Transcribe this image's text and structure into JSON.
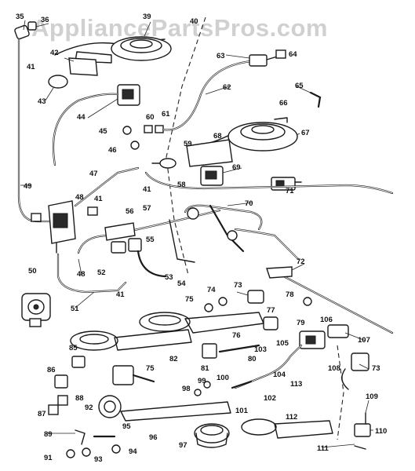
{
  "watermark": "AppliancePartsPros.com",
  "callouts": [
    "35",
    "36",
    "39",
    "40",
    "42",
    "41",
    "43",
    "44",
    "45",
    "46",
    "60",
    "61",
    "62",
    "63",
    "64",
    "65",
    "66",
    "67",
    "68",
    "59",
    "58",
    "69",
    "47",
    "41",
    "49",
    "48",
    "41",
    "57",
    "71",
    "70",
    "72",
    "56",
    "55",
    "52",
    "50",
    "48",
    "53",
    "54",
    "51",
    "41",
    "73",
    "75",
    "74",
    "78",
    "77",
    "76",
    "79",
    "106",
    "107",
    "105",
    "80",
    "82",
    "81",
    "103",
    "104",
    "85",
    "86",
    "75",
    "108",
    "73",
    "113",
    "88",
    "87",
    "98",
    "99",
    "100",
    "101",
    "102",
    "109",
    "92",
    "112",
    "89",
    "95",
    "96",
    "97",
    "110",
    "91",
    "93",
    "94",
    "111"
  ]
}
